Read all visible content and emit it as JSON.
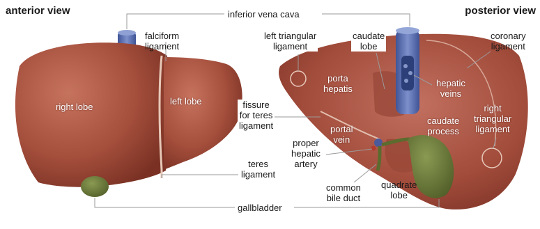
{
  "views": {
    "anterior": "anterior view",
    "posterior": "posterior view"
  },
  "labels": {
    "inferior_vena_cava": "inferior vena cava",
    "falciform_ligament_1": "falciform",
    "falciform_ligament_2": "ligament",
    "right_lobe": "right lobe",
    "left_lobe": "left lobe",
    "teres_ligament_1": "teres",
    "teres_ligament_2": "ligament",
    "gallbladder": "gallbladder",
    "left_triangular_ligament_1": "left triangular",
    "left_triangular_ligament_2": "ligament",
    "caudate_lobe_1": "caudate",
    "caudate_lobe_2": "lobe",
    "coronary_ligament_1": "coronary",
    "coronary_ligament_2": "ligament",
    "porta_hepatis_1": "porta",
    "porta_hepatis_2": "hepatis",
    "hepatic_veins_1": "hepatic",
    "hepatic_veins_2": "veins",
    "fissure_teres_1": "fissure",
    "fissure_teres_2": "for teres",
    "fissure_teres_3": "ligament",
    "caudate_process_1": "caudate",
    "caudate_process_2": "process",
    "right_triangular_ligament_1": "right",
    "right_triangular_ligament_2": "triangular",
    "right_triangular_ligament_3": "ligament",
    "portal_vein_1": "portal",
    "portal_vein_2": "vein",
    "proper_hepatic_artery_1": "proper",
    "proper_hepatic_artery_2": "hepatic",
    "proper_hepatic_artery_3": "artery",
    "common_bile_duct_1": "common",
    "common_bile_duct_2": "bile duct",
    "quadrate_lobe_1": "quadrate",
    "quadrate_lobe_2": "lobe"
  },
  "colors": {
    "liver": "#a8503f",
    "liver_dark": "#7e3325",
    "liver_light": "#c2705c",
    "vena_cava": "#5a6fb0",
    "gallbladder": "#6a7a3a",
    "leader_line": "#8c8c8c"
  }
}
